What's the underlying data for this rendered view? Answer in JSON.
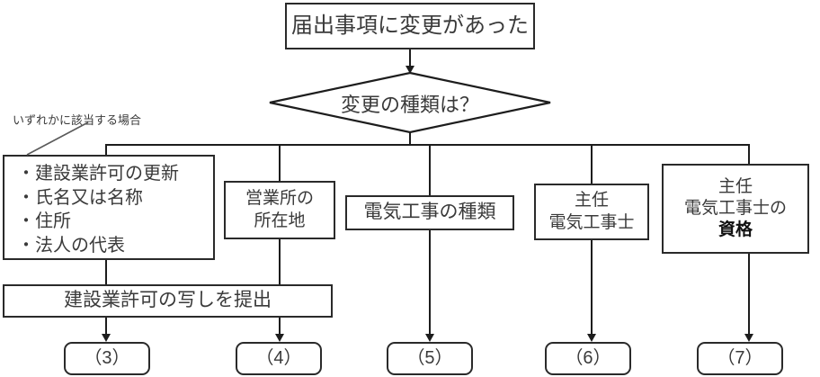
{
  "diagram": {
    "title_node": {
      "label": "届出事項に変更があった"
    },
    "decision_node": {
      "label": "変更の種類は？"
    },
    "annotation": {
      "label": "いずれかに該当する場合"
    },
    "branches": [
      {
        "name": "conditions-list",
        "type": "list",
        "items": [
          "・建設業許可の更新",
          "・氏名又は名称",
          "・住所",
          "・法人の代表"
        ],
        "intermediate": {
          "label": "建設業許可の写しを提出"
        },
        "outcome": "（3）"
      },
      {
        "name": "office-location",
        "type": "box",
        "label": "営業所の\n所在地",
        "outcome": "（4）"
      },
      {
        "name": "construction-type",
        "type": "box",
        "label": "電気工事の種類",
        "outcome": "（5）"
      },
      {
        "name": "chief-electrician",
        "type": "box",
        "label": "主任\n電気工事士",
        "outcome": "（6）"
      },
      {
        "name": "chief-electrician-qualification",
        "type": "box",
        "label_lines": [
          "主任",
          "電気工事士の"
        ],
        "label_bold": "資格",
        "outcome": "（7）"
      }
    ],
    "colors": {
      "stroke": "#1d1d1d",
      "node_border": "#2a2a2a",
      "text": "#3a3a3a",
      "bold_text": "#111111",
      "background": "#ffffff"
    }
  }
}
